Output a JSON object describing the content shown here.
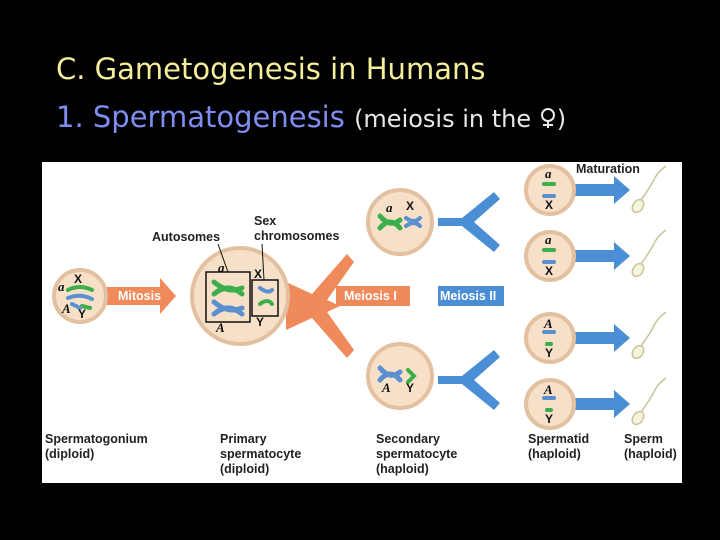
{
  "title": {
    "line1": "C. Gametogenesis in Humans",
    "line2_main": "1. Spermatogenesis",
    "line2_paren": "(meiosis in the ",
    "line2_close": ")"
  },
  "labels": {
    "autosomes": "Autosomes",
    "sex_chromosomes": "Sex\nchromosomes",
    "maturation": "Maturation",
    "mitosis": "Mitosis",
    "meiosis1": "Meiosis I",
    "meiosis2": "Meiosis II",
    "spermatogonium": "Spermatogonium\n(diploid)",
    "primary": "Primary\nspermatocyte\n(diploid)",
    "secondary": "Secondary\nspermatocyte\n(haploid)",
    "spermatid": "Spermatid\n(haploid)",
    "sperm": "Sperm\n(haploid)"
  },
  "alleles": {
    "a": "a",
    "A": "A",
    "X": "X",
    "Y": "Y"
  },
  "colors": {
    "cell_fill": "#f6e0c8",
    "cell_stroke": "#e2c0a0",
    "arrow_orange": "#f08a5a",
    "arrow_blue": "#4a8fd6",
    "chrom_green": "#3cae4a",
    "chrom_blue": "#5a8fd0",
    "title_yellow": "#f5ee9a",
    "title_blue": "#7f8cf0"
  },
  "icons": [
    "female-symbol-icon",
    "sperm-icon"
  ]
}
